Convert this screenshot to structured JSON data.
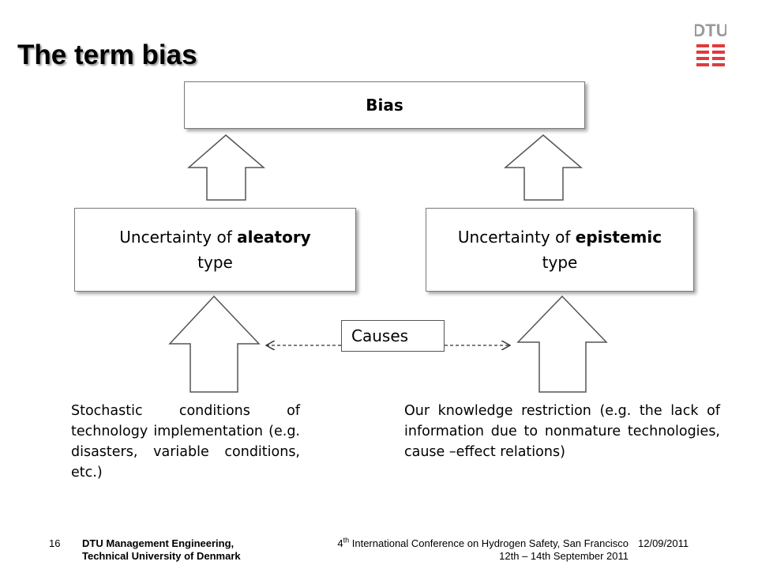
{
  "slide": {
    "title": "The term bias"
  },
  "logo": {
    "text": "DTU",
    "color": "#e03a3e"
  },
  "diagram": {
    "bias": "Bias",
    "aleatory": {
      "prefix": "Uncertainty of ",
      "bold": "aleatory",
      "suffix": "type"
    },
    "epistemic": {
      "prefix": "Uncertainty of ",
      "bold": "epistemic",
      "suffix": "type"
    },
    "causes": "Causes",
    "left_description": "Stochastic conditions of technology implementation (e.g. disasters, variable conditions, etc.)",
    "right_description": "Our knowledge restriction (e.g. the lack of information due to nonmature technologies, cause –effect relations)"
  },
  "footer": {
    "page": "16",
    "dept_line1": "DTU Management Engineering,",
    "dept_line2": "Technical University of Denmark",
    "conf_num": "4",
    "conf_sup": "th",
    "conf_line1": " International Conference on Hydrogen Safety, San Francisco",
    "conf_line2": "12th – 14th September 2011",
    "date": "12/09/2011"
  }
}
